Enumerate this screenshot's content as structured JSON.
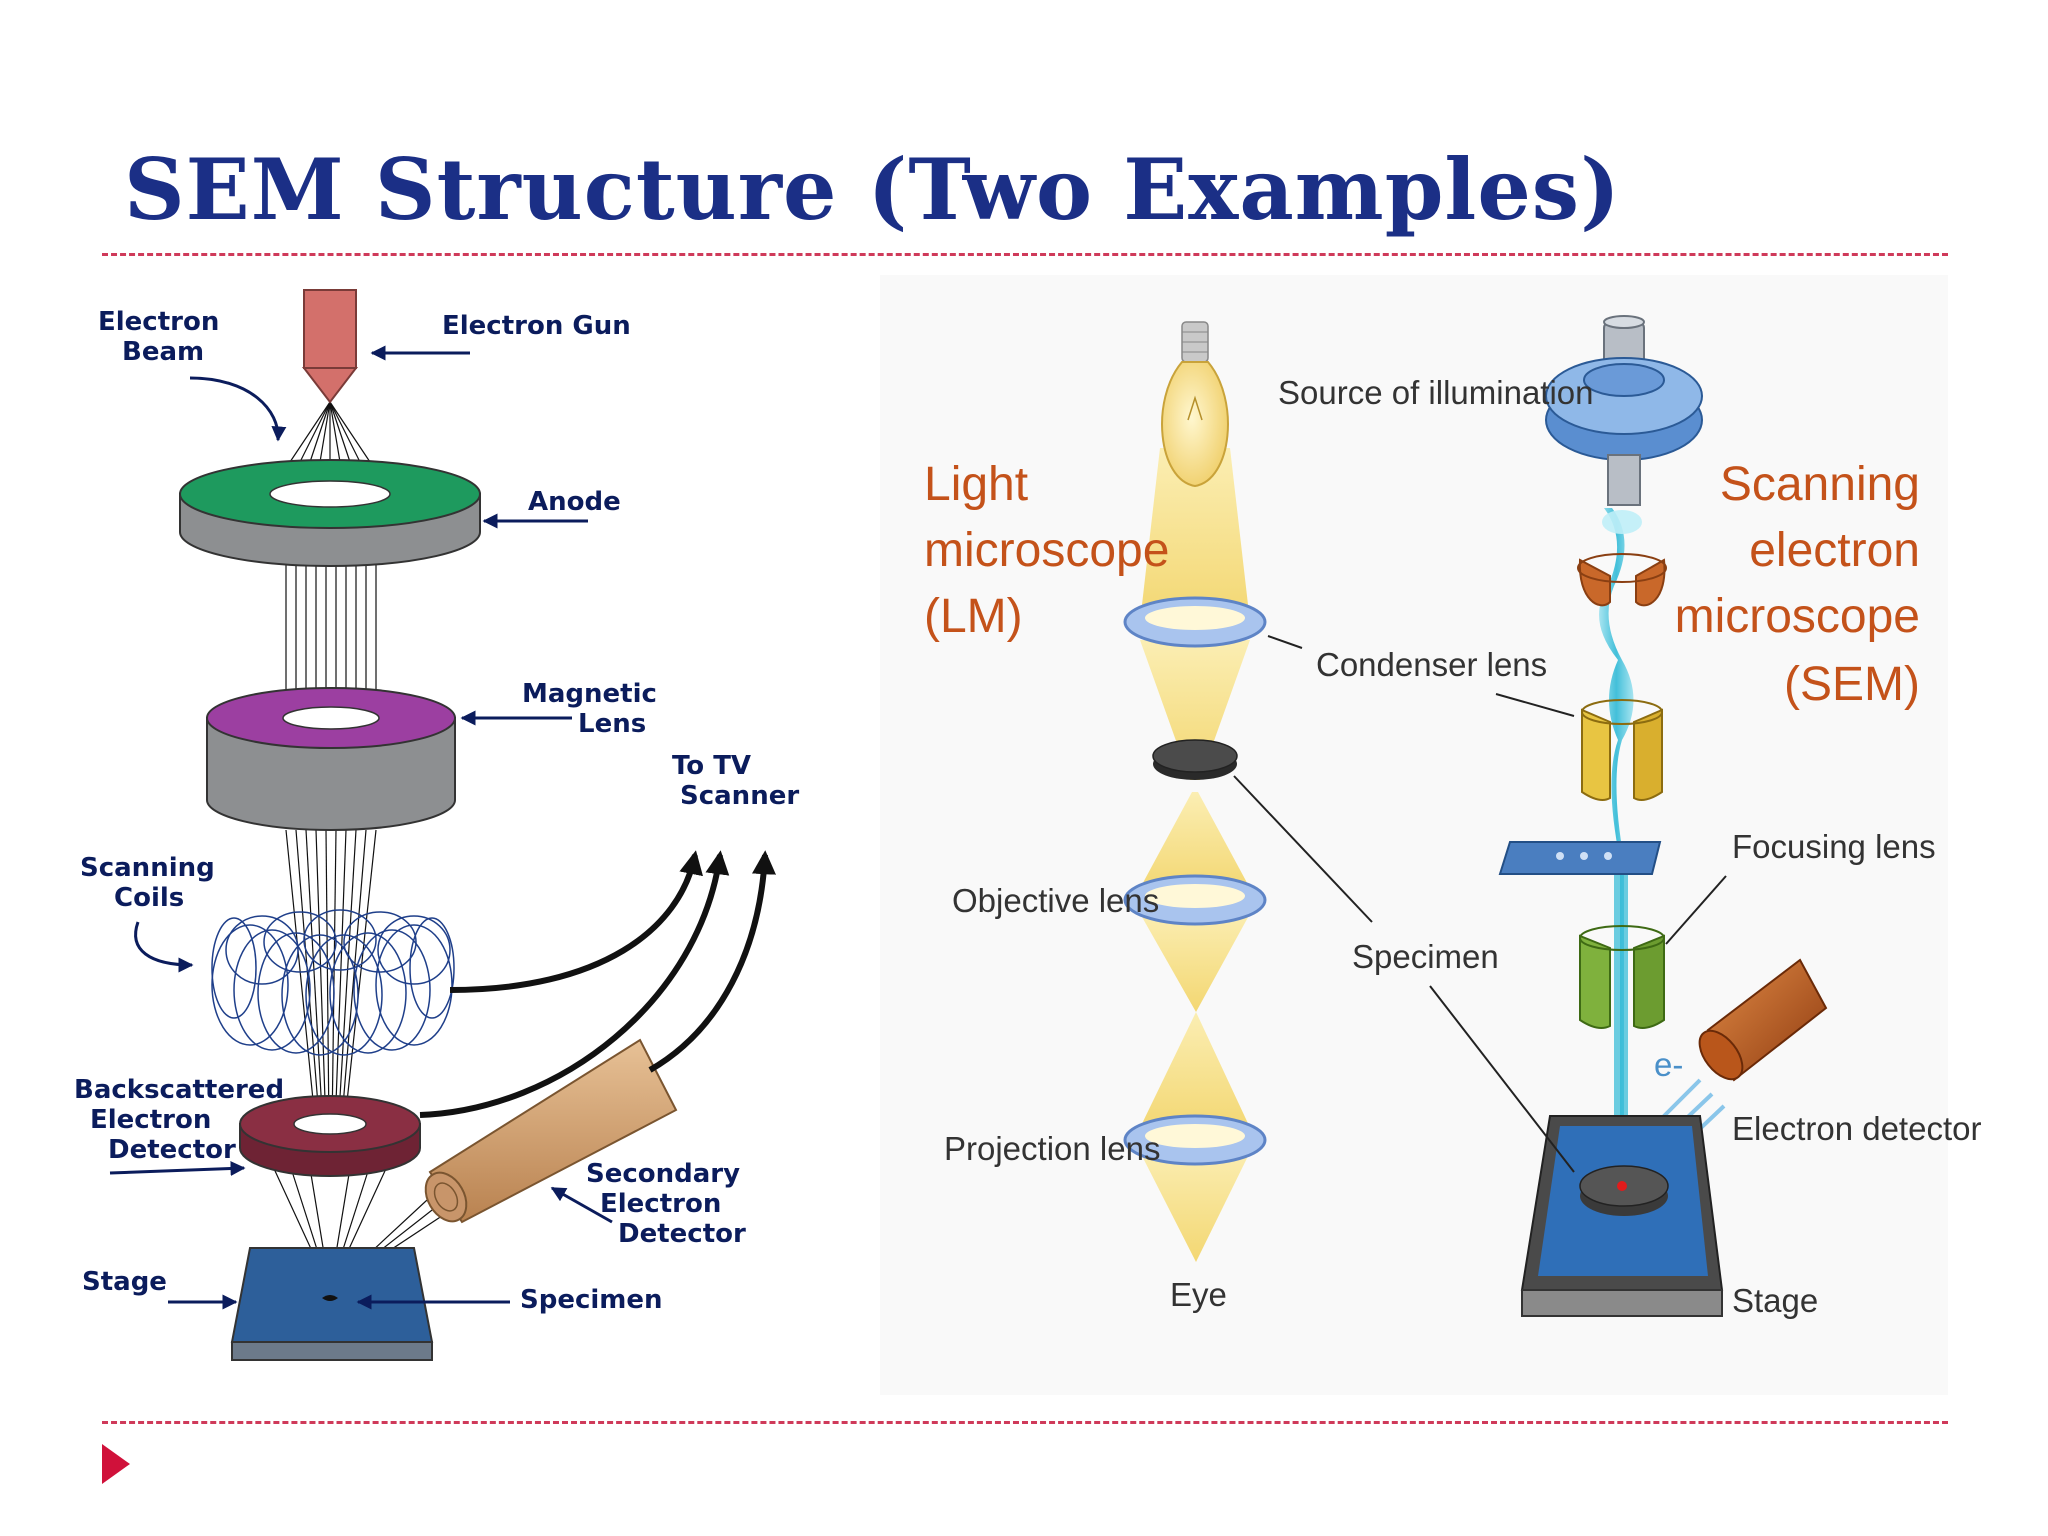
{
  "slide": {
    "title": "SEM Structure (Two Examples)"
  },
  "left_diagram": {
    "labels": {
      "electron_beam_1": "Electron",
      "electron_beam_2": "Beam",
      "electron_gun": "Electron Gun",
      "anode": "Anode",
      "magnetic_lens_1": "Magnetic",
      "magnetic_lens_2": "Lens",
      "to_tv_1": "To TV",
      "to_tv_2": "Scanner",
      "scanning_coils_1": "Scanning",
      "scanning_coils_2": "Coils",
      "backscattered_1": "Backscattered",
      "backscattered_2": "Electron",
      "backscattered_3": "Detector",
      "secondary_1": "Secondary",
      "secondary_2": "Electron",
      "secondary_3": "Detector",
      "stage": "Stage",
      "specimen": "Specimen"
    },
    "colors": {
      "gun": "#d3706b",
      "anode_top": "#1e9a5e",
      "lens_top": "#9c3fa1",
      "body_gray": "#8d8f91",
      "coil": "#1f3f8a",
      "detector_top": "#6e2334",
      "stage": "#2d5f9a",
      "secondary_tube": "#d7a97b"
    }
  },
  "right_diagram": {
    "lm_title_1": "Light",
    "lm_title_2": "microscope",
    "lm_title_3": "(LM)",
    "sem_title_1": "Scanning",
    "sem_title_2": "electron",
    "sem_title_3": "microscope",
    "sem_title_4": "(SEM)",
    "labels": {
      "source": "Source of illumination",
      "condenser": "Condenser lens",
      "objective": "Objective lens",
      "specimen": "Specimen",
      "projection": "Projection lens",
      "eye": "Eye",
      "focusing": "Focusing lens",
      "electron_symbol": "e-",
      "electron_detector": "Electron detector",
      "stage": "Stage"
    },
    "colors": {
      "title": "#c4521a",
      "light_cone": "#f6df86",
      "lens": "#a9c4ee",
      "beam": "#6fd1e4",
      "condenser_sem": "#c9682a",
      "yellow_lens": "#e8c542",
      "green_lens": "#7fb13d",
      "detector": "#b9561b",
      "stage_blue": "#2f6fb8"
    }
  }
}
